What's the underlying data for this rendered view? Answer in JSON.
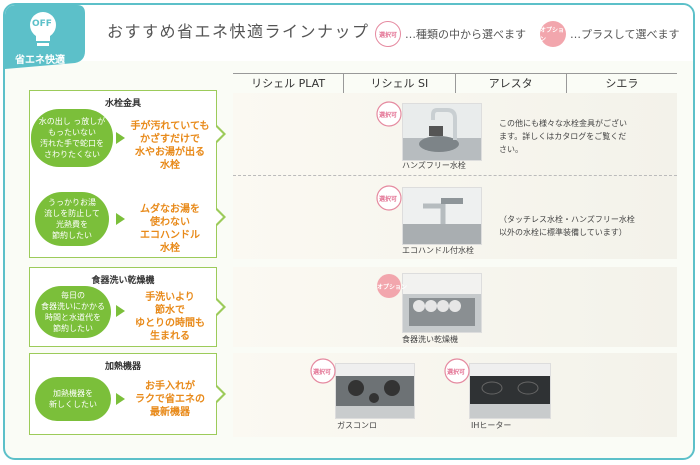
{
  "header": {
    "logo_off": "OFF",
    "logo_label": "省エネ快適",
    "title": "おすすめ省エネ快適ラインナップ",
    "legend_select_badge": "選択可",
    "legend_select_text": "…種類の中から選べます",
    "legend_option_badge": "オプション",
    "legend_option_text": "…プラスして選べます"
  },
  "columns": [
    "リシェル PLAT",
    "リシェル SI",
    "アレスタ",
    "シエラ"
  ],
  "sections": [
    {
      "title": "水栓金具",
      "items": [
        {
          "cloud": [
            "水の出し っ放しが",
            "もったいない",
            "汚れた手で蛇口を",
            "さわりたくない"
          ],
          "benefit": [
            "手が汚れていても",
            "かざすだけで",
            "水やお湯が出る",
            "水栓"
          ]
        },
        {
          "cloud": [
            "うっかりお湯",
            "流しを防止して",
            "光熱費を",
            "節約したい"
          ],
          "benefit": [
            "ムダなお湯を",
            "使わない",
            "エコハンドル",
            "水栓"
          ]
        }
      ]
    },
    {
      "title": "食器洗い乾燥機",
      "items": [
        {
          "cloud": [
            "毎日の",
            "食器洗いにかかる",
            "時間と水道代を",
            "節約したい"
          ],
          "benefit": [
            "手洗いより",
            "節水で",
            "ゆとりの時間も",
            "生まれる"
          ]
        }
      ]
    },
    {
      "title": "加熱機器",
      "items": [
        {
          "cloud": [
            "加熱機器を",
            "新しくしたい"
          ],
          "benefit": [
            "お手入れが",
            "ラクで省エネの",
            "最新機器"
          ]
        }
      ]
    }
  ],
  "products": {
    "handsfree": {
      "badge": "選択可",
      "caption": "ハンズフリー水栓"
    },
    "ecohandle": {
      "badge": "選択可",
      "caption": "エコハンドル付水栓"
    },
    "dishwasher": {
      "badge": "オプション",
      "caption": "食器洗い乾燥機"
    },
    "gas": {
      "badge": "選択可",
      "caption": "ガスコンロ"
    },
    "ih": {
      "badge": "選択可",
      "caption": "IHヒーター"
    }
  },
  "notes": {
    "faucet_other": [
      "この他にも様々な水栓金具がござい",
      "ます。詳しくはカタログをご覧くだ",
      "さい。"
    ],
    "faucet_standard": [
      "（タッチレス水栓・ハンズフリー水栓",
      "以外の水栓に標準装備しています）"
    ]
  },
  "colors": {
    "accent": "#5cc0c9",
    "green": "#7bbf3a",
    "orange": "#e88a1a",
    "pink": "#e37394"
  }
}
